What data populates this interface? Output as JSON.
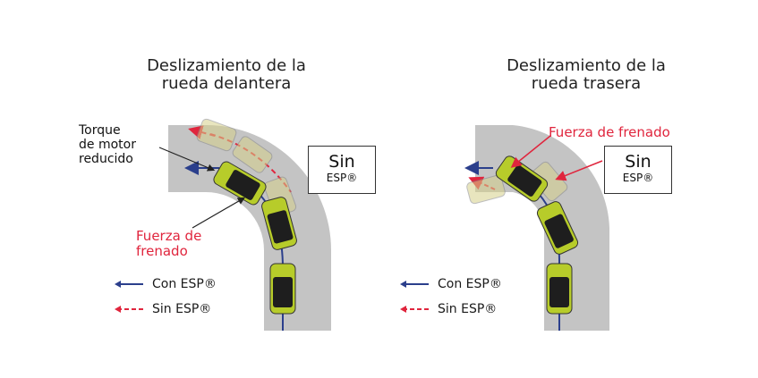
{
  "left": {
    "title_line1": "Deslizamiento de la",
    "title_line2": "rueda delantera",
    "torque_line1": "Torque",
    "torque_line2": "de motor",
    "torque_line3": "reducido",
    "brake_line1": "Fuerza de",
    "brake_line2": "frenado",
    "box_main": "Sin",
    "box_sub": "ESP®"
  },
  "right": {
    "title_line1": "Deslizamiento de la",
    "title_line2": "rueda trasera",
    "brake_label": "Fuerza de frenado",
    "box_main": "Sin",
    "box_sub": "ESP®"
  },
  "legend": {
    "with_esp": "Con ESP®",
    "without_esp": "Sin ESP®"
  },
  "colors": {
    "road": "#c4c4c4",
    "with_esp_arrow": "#2b3f8c",
    "without_esp_arrow": "#e0253d",
    "car_body": "#b7cc2a",
    "car_roof": "#1e1e1e"
  }
}
